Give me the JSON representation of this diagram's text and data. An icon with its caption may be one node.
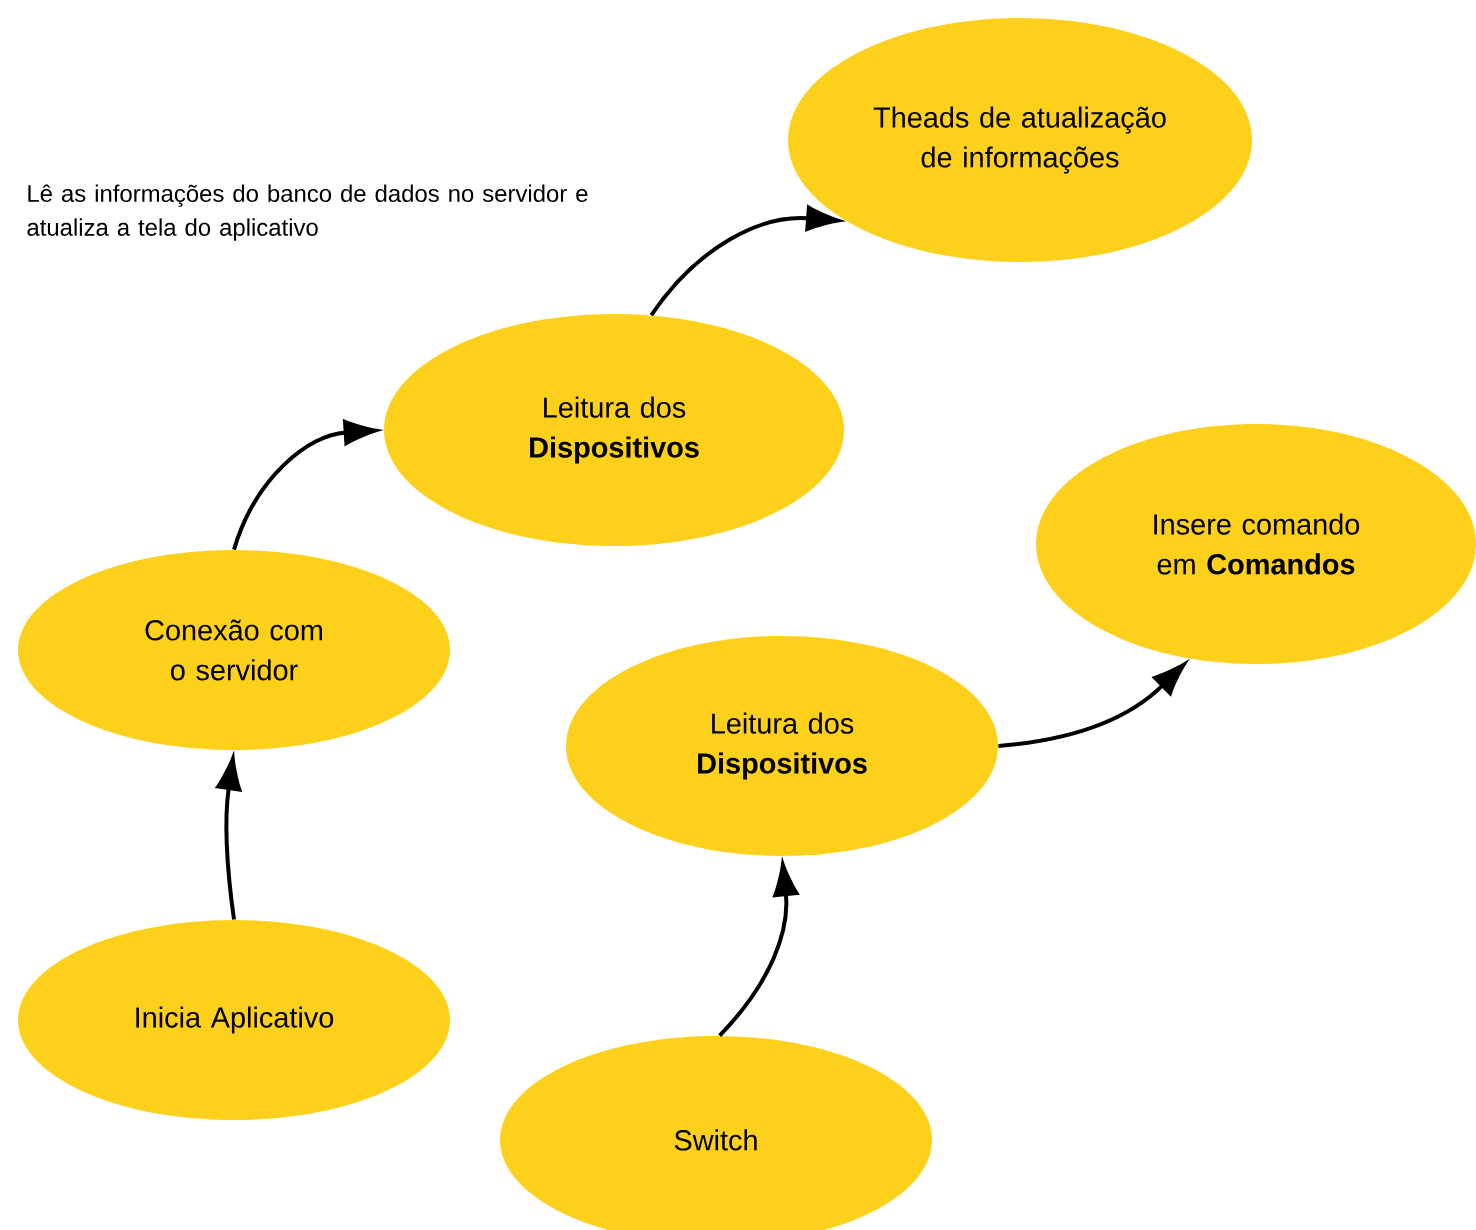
{
  "diagram": {
    "nodes": [
      {
        "text": [
          "Theads de atualização de informações"
        ]
      },
      {
        "text": [
          "Leitura dos **Dispositivos**"
        ]
      },
      {
        "text": [
          "Conexão com o servidor"
        ]
      },
      {
        "text": [
          "Inicia Aplicativo"
        ]
      },
      {
        "text": [
          "Insere comando em **Comandos**"
        ]
      },
      {
        "text": [
          "Leitura dos **Dispositivos**"
        ]
      },
      {
        "text": [
          "Switch"
        ]
      }
    ],
    "edges": [
      {
        "from": 3,
        "to": 2,
        "arrow": "to"
      },
      {
        "from": 2,
        "to": 1,
        "arrow": "to"
      },
      {
        "from": 1,
        "to": 0,
        "arrow": "to"
      },
      {
        "from": 6,
        "to": 5,
        "arrow": "to"
      },
      {
        "from": 5,
        "to": 4,
        "arrow": "to"
      }
    ],
    "labels": [
      "Lê as informações do banco de dados no servidor e atualiza a tela do aplicativo"
    ]
  }
}
